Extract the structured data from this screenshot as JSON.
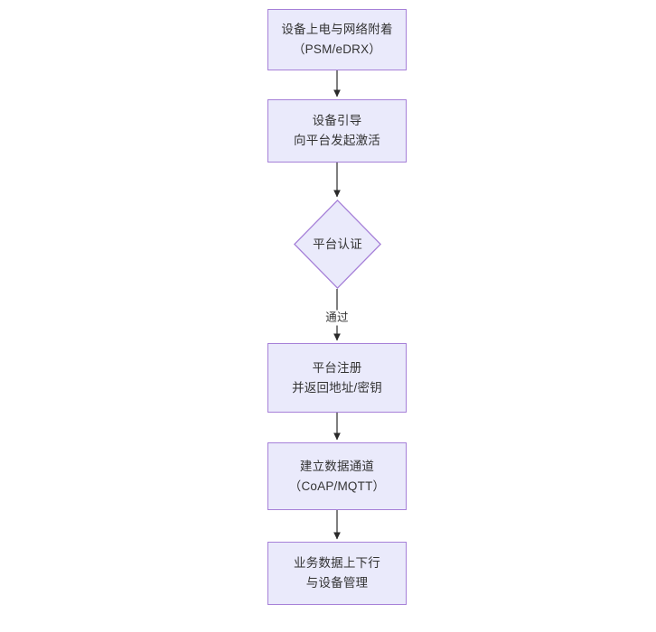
{
  "diagram": {
    "type": "flowchart",
    "orientation": "top-to-bottom",
    "background_color": "#ffffff",
    "node_fill_color": "#eaeafb",
    "node_border_color": "#a680d8",
    "text_color": "#333333",
    "edge_color": "#2a2a2a",
    "nodes": [
      {
        "id": "power-on",
        "shape": "rectangle",
        "lines": [
          "设备上电与网络附着",
          "（PSM/eDRX）"
        ]
      },
      {
        "id": "bootstrap",
        "shape": "rectangle",
        "lines": [
          "设备引导",
          "向平台发起激活"
        ]
      },
      {
        "id": "platform-auth",
        "shape": "diamond",
        "lines": [
          "平台认证"
        ]
      },
      {
        "id": "platform-register",
        "shape": "rectangle",
        "lines": [
          "平台注册",
          "并返回地址/密钥"
        ]
      },
      {
        "id": "data-channel",
        "shape": "rectangle",
        "lines": [
          "建立数据通道",
          "（CoAP/MQTT）"
        ]
      },
      {
        "id": "service-data",
        "shape": "rectangle",
        "lines": [
          "业务数据上下行",
          "与设备管理"
        ]
      }
    ],
    "edges": [
      {
        "from": "power-on",
        "to": "bootstrap",
        "label": ""
      },
      {
        "from": "bootstrap",
        "to": "platform-auth",
        "label": ""
      },
      {
        "from": "platform-auth",
        "to": "platform-register",
        "label": "通过"
      },
      {
        "from": "platform-register",
        "to": "data-channel",
        "label": ""
      },
      {
        "from": "data-channel",
        "to": "service-data",
        "label": ""
      }
    ]
  }
}
